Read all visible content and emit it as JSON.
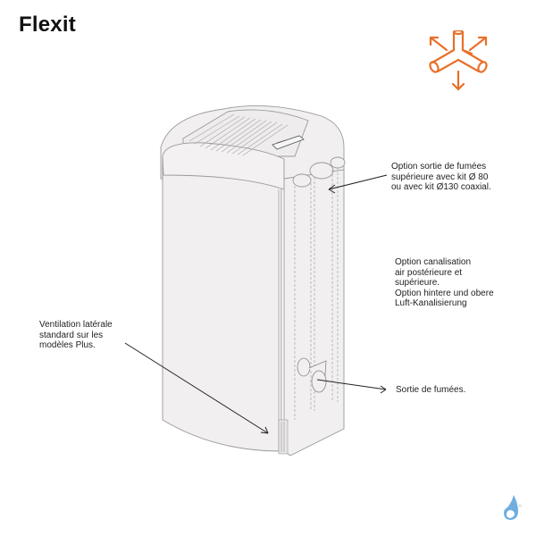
{
  "brand": {
    "title": "Flexit"
  },
  "icons": {
    "flow_icon": "three-way-duct-arrows-icon",
    "flow_icon_color": "#E8702A",
    "logo": "water-drop-logo",
    "logo_color": "#6FAEE0"
  },
  "annotations": {
    "top_outlet": "Option sortie de fumées\nsupérieure avec kit Ø 80\nou avec kit Ø130 coaxial.",
    "air_ducting": "Option canalisation\nair postérieure et\nsupérieure.\nOption hintere und obere\nLuft-Kanalisierung",
    "side_ventilation": "Ventilation latérale\nstandard sur les\nmodèles Plus.",
    "flue_outlet": "Sortie de fumées."
  },
  "colors": {
    "device_fill": "#F1EFF0",
    "device_stroke": "#9A9A9A",
    "arrow": "#222222"
  }
}
